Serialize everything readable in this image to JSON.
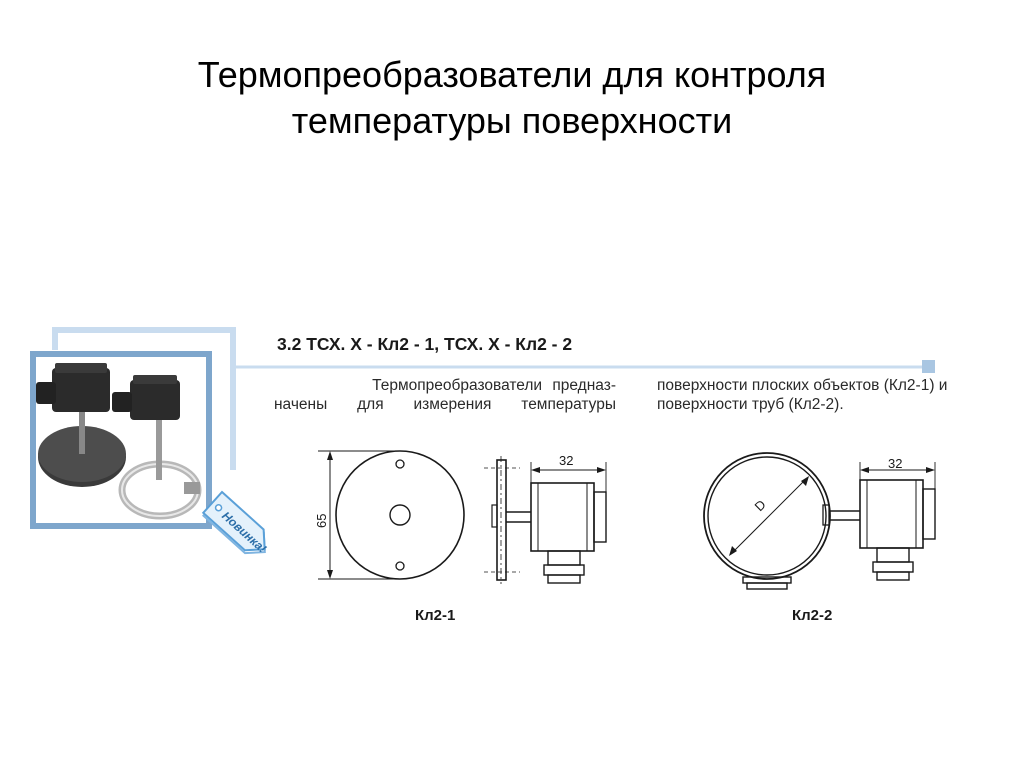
{
  "slide": {
    "title_line1": "Термопреобразователи для контроля",
    "title_line2": "температуры поверхности"
  },
  "section": {
    "heading": "3.2 ТСХ. Х - Кл2 - 1, ТСХ. Х - Кл2 - 2",
    "description_left_line1": "Термопреобразователи предназ-",
    "description_left_line2": "начены для измерения температуры",
    "description_right_line1": "поверхности плоских объектов (Кл2-1) и",
    "description_right_line2": "поверхности труб (Кл2-2)."
  },
  "badge": {
    "label": "Новинка!"
  },
  "drawings": {
    "kl2_1": {
      "caption": "Кл2-1",
      "dim_height": "65",
      "dim_width": "32"
    },
    "kl2_2": {
      "caption": "Кл2-2",
      "dim_diameter": "D",
      "dim_width": "32"
    }
  },
  "colors": {
    "frame": "#7ea6cc",
    "frame_light": "#c9dcef",
    "badge": "#5aa0d8",
    "line": "#1a1a1a"
  }
}
